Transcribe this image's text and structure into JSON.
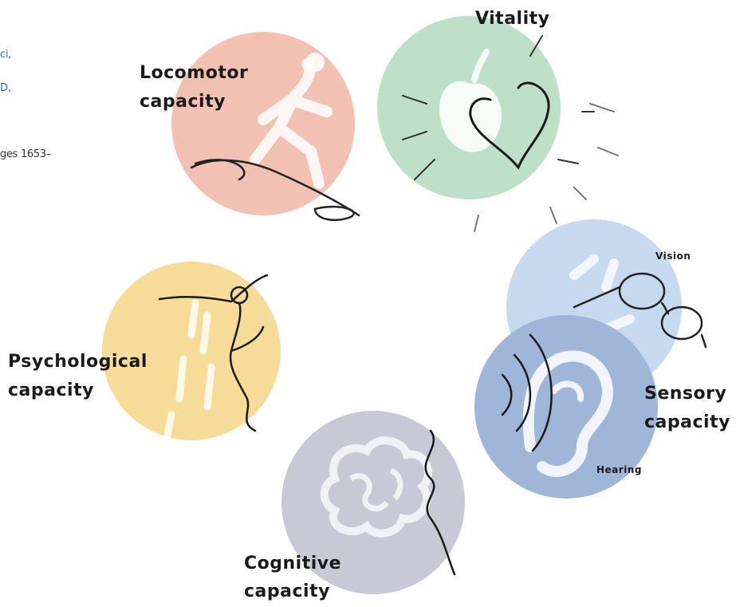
{
  "side_text": {
    "line1": "ci,",
    "line2": "D,",
    "line3": "ges 1653–"
  },
  "domains": {
    "locomotor": {
      "line1": "Locomotor",
      "line2": "capacity",
      "color": "#f3c0b4"
    },
    "vitality": {
      "line1": "Vitality",
      "color": "#bfe0c8"
    },
    "sensory": {
      "line1": "Sensory",
      "line2": "capacity",
      "color_vision": "#c6d9ef",
      "color_hearing": "#9fb6d9"
    },
    "vision": {
      "label": "Vision"
    },
    "hearing": {
      "label": "Hearing"
    },
    "cognitive": {
      "line1": "Cognitive",
      "line2": "capacity",
      "color": "#c8c8d6"
    },
    "psychological": {
      "line1": "Psychological",
      "line2": "capacity",
      "color": "#f7dc99"
    }
  },
  "icons": {
    "locomotor": "person-squatting-icon",
    "vitality": "apple-heart-icon",
    "vision": "eyeglasses-icon",
    "hearing": "ear-icon",
    "cognitive": "brain-icon",
    "psychological": "person-jumping-icon"
  }
}
